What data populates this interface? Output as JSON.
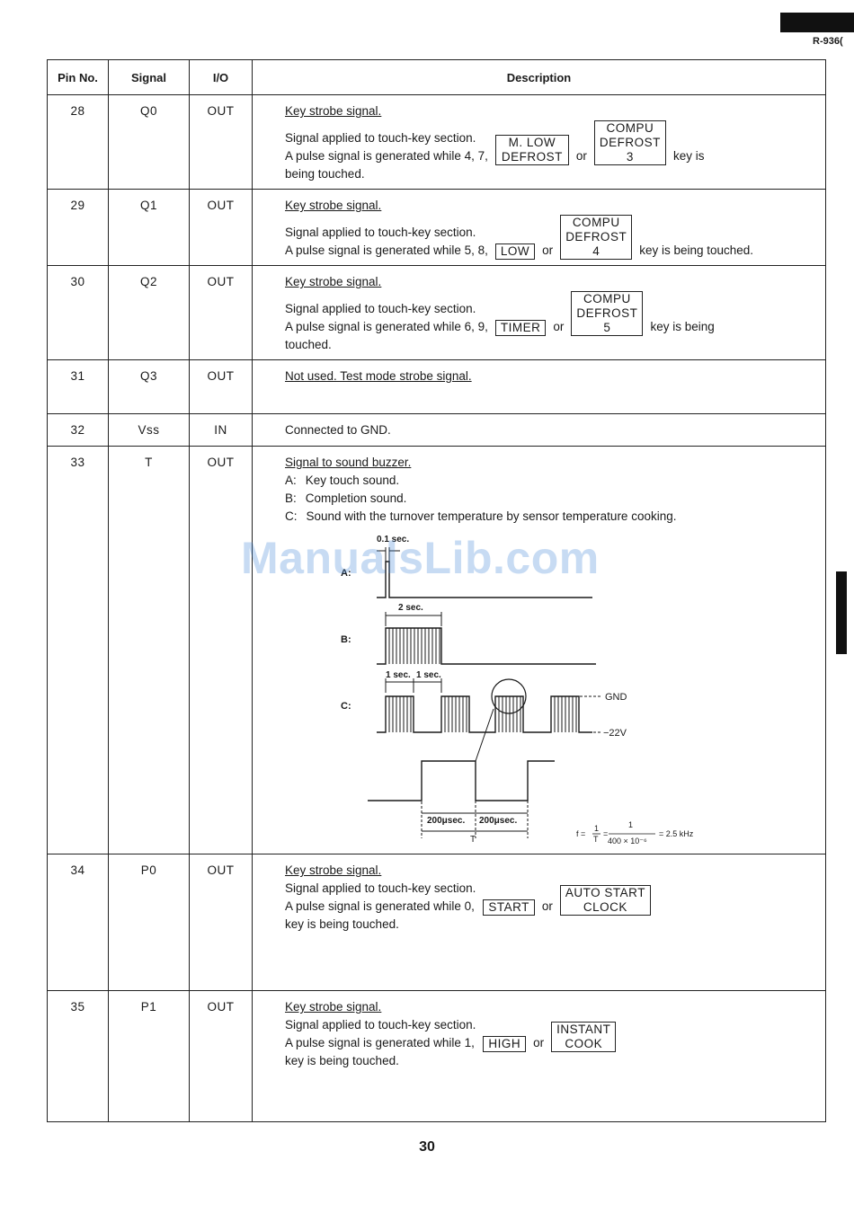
{
  "header": {
    "model": "R-936("
  },
  "watermark": "ManualsLib.com",
  "table": {
    "headers": {
      "pin": "Pin No.",
      "signal": "Signal",
      "io": "I/O",
      "description": "Description"
    },
    "rows": [
      {
        "pin": "28",
        "signal": "Q0",
        "io": "OUT",
        "title": "Key strobe signal.",
        "applied": "Signal applied to touch-key section.",
        "pulse": "A pulse signal is generated while 4, 7,",
        "key1": "M. LOW DEFROST",
        "or": "or",
        "key2_l1": "COMPU",
        "key2_l2": "DEFROST",
        "key2_l3": "3",
        "tail": "key is",
        "tail2": "being touched."
      },
      {
        "pin": "29",
        "signal": "Q1",
        "io": "OUT",
        "title": "Key strobe signal.",
        "applied": "Signal applied to touch-key section.",
        "pulse": "A pulse signal is generated while 5, 8,",
        "key1": "LOW",
        "or": "or",
        "key2_l1": "COMPU",
        "key2_l2": "DEFROST",
        "key2_l3": "4",
        "tail": "key is being touched."
      },
      {
        "pin": "30",
        "signal": "Q2",
        "io": "OUT",
        "title": "Key strobe signal.",
        "applied": "Signal applied to touch-key section.",
        "pulse": "A pulse signal is generated while 6, 9,",
        "key1": "TIMER",
        "or": "or",
        "key2_l1": "COMPU",
        "key2_l2": "DEFROST",
        "key2_l3": "5",
        "tail": "key is being",
        "tail2": "touched."
      },
      {
        "pin": "31",
        "signal": "Q3",
        "io": "OUT",
        "title": "Not used. Test mode strobe signal."
      },
      {
        "pin": "32",
        "signal": "Vss",
        "io": "IN",
        "text": "Connected to GND."
      },
      {
        "pin": "33",
        "signal": "T",
        "io": "OUT",
        "title": "Signal to sound buzzer.",
        "items": [
          {
            "label": "A:",
            "text": "Key touch sound."
          },
          {
            "label": "B:",
            "text": "Completion sound."
          },
          {
            "label": "C:",
            "text": "Sound with the turnover temperature by sensor temperature cooking."
          }
        ],
        "diagram": {
          "a_label": "A:",
          "b_label": "B:",
          "c_label": "C:",
          "t01": "0.1 sec.",
          "t2": "2 sec.",
          "t1a": "1 sec.",
          "t1b": "1 sec.",
          "gnd": "GND",
          "neg": "−22V",
          "t200a": "200μsec.",
          "t200b": "200μsec.",
          "T": "T",
          "formula_f": "f =",
          "formula_1": "1",
          "formula_T": "T",
          "formula_eq": "=",
          "formula_num": "1",
          "formula_den": "400 × 10⁻⁶",
          "formula_res": "= 2.5 kHz"
        }
      },
      {
        "pin": "34",
        "signal": "P0",
        "io": "OUT",
        "title": "Key strobe signal.",
        "applied": "Signal applied to touch-key section.",
        "pulse": "A pulse signal is generated while 0,",
        "key1": "START",
        "or": "or",
        "key2_l1": "AUTO START",
        "key2_l2": "CLOCK",
        "tail2": "key is being touched."
      },
      {
        "pin": "35",
        "signal": "P1",
        "io": "OUT",
        "title": "Key strobe signal.",
        "applied": "Signal applied to touch-key section.",
        "pulse": "A pulse signal is generated while 1,",
        "key1": "HIGH",
        "or": "or",
        "key2_l1": "INSTANT",
        "key2_l2": "COOK",
        "tail2": "key is being touched."
      }
    ]
  },
  "page_number": "30"
}
